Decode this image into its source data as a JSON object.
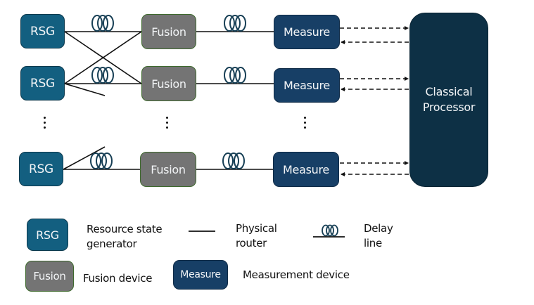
{
  "diagram": {
    "rows": [
      {
        "rsg": "RSG",
        "fusion": "Fusion",
        "measure": "Measure"
      },
      {
        "rsg": "RSG",
        "fusion": "Fusion",
        "measure": "Measure"
      },
      {
        "rsg": "RSG",
        "fusion": "Fusion",
        "measure": "Measure"
      }
    ],
    "processor": {
      "line1": "Classical",
      "line2": "Processor"
    },
    "ellipsis": "⋮"
  },
  "legend": {
    "rsg": {
      "box": "RSG",
      "line1": "Resource state",
      "line2": "generator"
    },
    "router": {
      "line1": "Physical",
      "line2": "router"
    },
    "delay": {
      "line1": "Delay",
      "line2": "line"
    },
    "fusion": {
      "box": "Fusion",
      "label": "Fusion device"
    },
    "measure": {
      "box": "Measure",
      "label": "Measurement device"
    }
  },
  "colors": {
    "rsg": "#135f80",
    "fusion": "#747474",
    "fusion_border": "#3f6a2e",
    "measure": "#173f66",
    "processor": "#0d3045",
    "line": "#111111",
    "coil": "#173f55"
  }
}
